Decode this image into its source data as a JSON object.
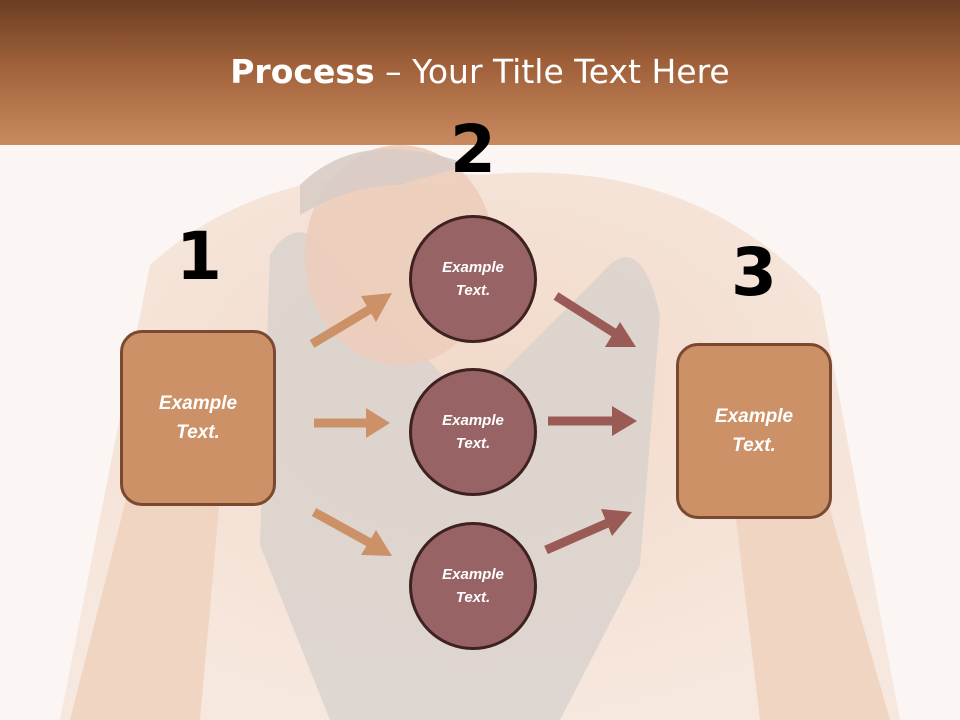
{
  "title": {
    "bold": "Process",
    "rest": " – Your Title Text Here"
  },
  "steps": [
    {
      "number": "1",
      "label": "Example\nText."
    },
    {
      "number": "2",
      "items": [
        "Example\nText.",
        "Example\nText.",
        "Example\nText."
      ]
    },
    {
      "number": "3",
      "label": "Example\nText."
    }
  ],
  "colors": {
    "header_top": "#6b3d22",
    "header_bottom": "#c98a60",
    "box_fill": "#cd9168",
    "circle_fill": "#986364",
    "arrow_in": "#cd9168",
    "arrow_out": "#9a5a55"
  }
}
